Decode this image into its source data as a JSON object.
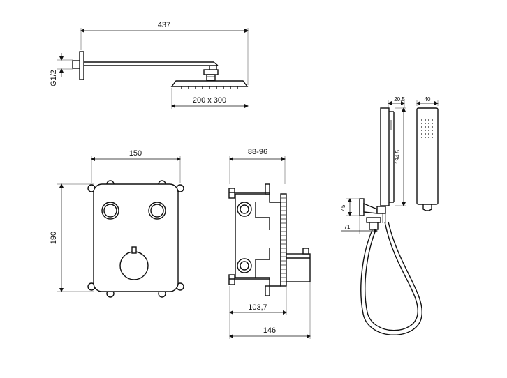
{
  "dimensions": {
    "arm_length": "437",
    "thread": "G1/2",
    "head_size": "200 x 300",
    "plate_width": "150",
    "plate_height": "190",
    "box_depth_range": "88-96",
    "box_depth_inner": "103,7",
    "box_depth_total": "146",
    "handshower_width_side": "20.5",
    "handshower_width_front": "40",
    "handshower_length": "194.5",
    "holder_height": "45",
    "holder_depth": "71"
  },
  "colors": {
    "line": "#111111",
    "background": "#ffffff"
  }
}
